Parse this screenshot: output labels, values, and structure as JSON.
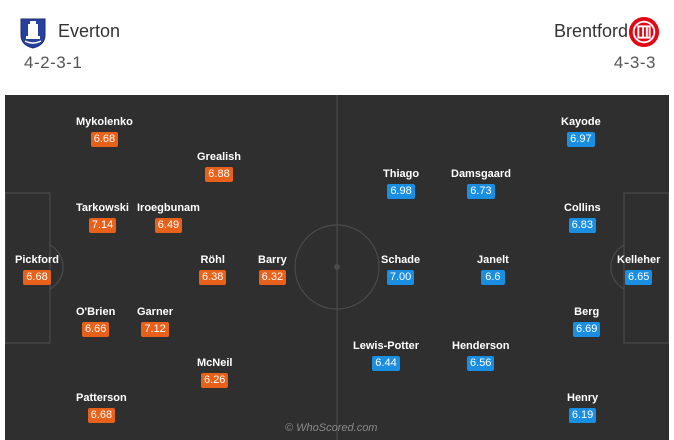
{
  "home": {
    "team": "Everton",
    "formation": "4-2-3-1",
    "players": [
      {
        "name": "Mykolenko",
        "rating": "6.68"
      },
      {
        "name": "Grealish",
        "rating": "6.88"
      },
      {
        "name": "Tarkowski",
        "rating": "7.14"
      },
      {
        "name": "Iroegbunam",
        "rating": "6.49"
      },
      {
        "name": "Pickford",
        "rating": "6.68"
      },
      {
        "name": "Röhl",
        "rating": "6.38"
      },
      {
        "name": "Barry",
        "rating": "6.32"
      },
      {
        "name": "O'Brien",
        "rating": "6.66"
      },
      {
        "name": "Garner",
        "rating": "7.12"
      },
      {
        "name": "McNeil",
        "rating": "6.26"
      },
      {
        "name": "Patterson",
        "rating": "6.68"
      }
    ]
  },
  "away": {
    "team": "Brentford",
    "formation": "4-3-3",
    "players": [
      {
        "name": "Kayode",
        "rating": "6.97"
      },
      {
        "name": "Thiago",
        "rating": "6.98"
      },
      {
        "name": "Damsgaard",
        "rating": "6.73"
      },
      {
        "name": "Collins",
        "rating": "6.83"
      },
      {
        "name": "Schade",
        "rating": "7.00"
      },
      {
        "name": "Janelt",
        "rating": "6.6"
      },
      {
        "name": "Kelleher",
        "rating": "6.65"
      },
      {
        "name": "Berg",
        "rating": "6.69"
      },
      {
        "name": "Lewis-Potter",
        "rating": "6.44"
      },
      {
        "name": "Henderson",
        "rating": "6.56"
      },
      {
        "name": "Henry",
        "rating": "6.19"
      }
    ]
  },
  "watermark": "© WhoScored.com",
  "colors": {
    "home_rating": "#e8611a",
    "away_rating": "#1a8ee1",
    "pitch": "#2f2f2f"
  },
  "icons": {
    "home_crest": "everton-crest-icon",
    "away_crest": "brentford-crest-icon"
  }
}
